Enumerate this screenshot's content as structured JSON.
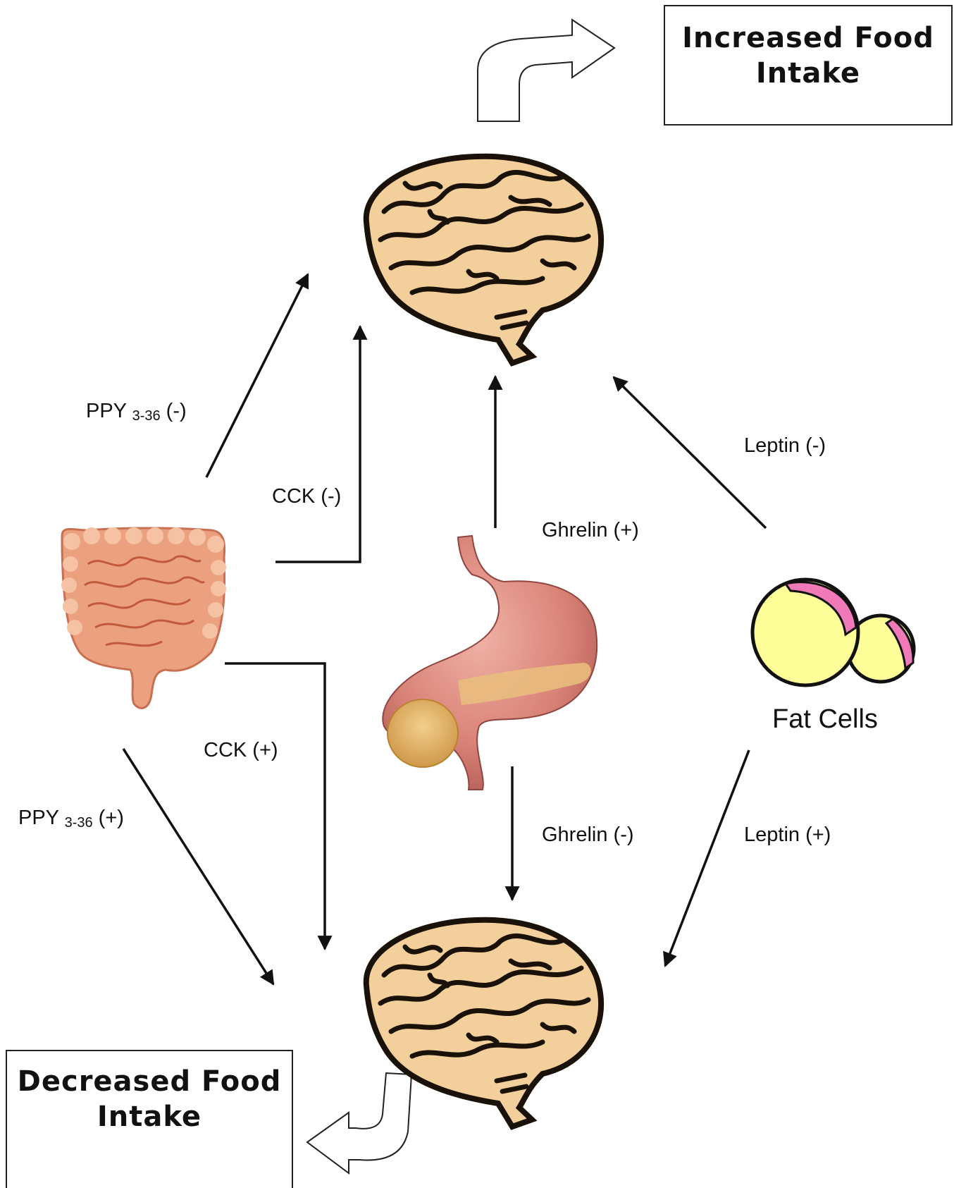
{
  "outcomes": {
    "increased": {
      "line1": "Increased Food",
      "line2": "Intake"
    },
    "decreased": {
      "line1": "Decreased Food",
      "line2": "Intake"
    }
  },
  "signals": {
    "pyy_neg": {
      "name": "PPY",
      "sub": "3-36",
      "sign": "(-)"
    },
    "cck_neg": {
      "text": "CCK (-)"
    },
    "ghrelin_pos": {
      "text": "Ghrelin (+)"
    },
    "leptin_neg": {
      "text": "Leptin (-)"
    },
    "cck_pos": {
      "text": "CCK (+)"
    },
    "pyy_pos": {
      "name": "PPY",
      "sub": "3-36",
      "sign": "(+)"
    },
    "ghrelin_neg": {
      "text": "Ghrelin (-)"
    },
    "leptin_pos": {
      "text": "Leptin (+)"
    }
  },
  "organs": {
    "fat_cells": {
      "label": "Fat Cells"
    }
  },
  "colors": {
    "brain_fill": "#f2cf9b",
    "brain_outline": "#1a1208",
    "intestine": "#eba17f",
    "stomach": "#d98277",
    "pancreas": "#e3b066",
    "fat_cell": "#ffff99",
    "fat_cell_membrane": "#f07ab8"
  }
}
